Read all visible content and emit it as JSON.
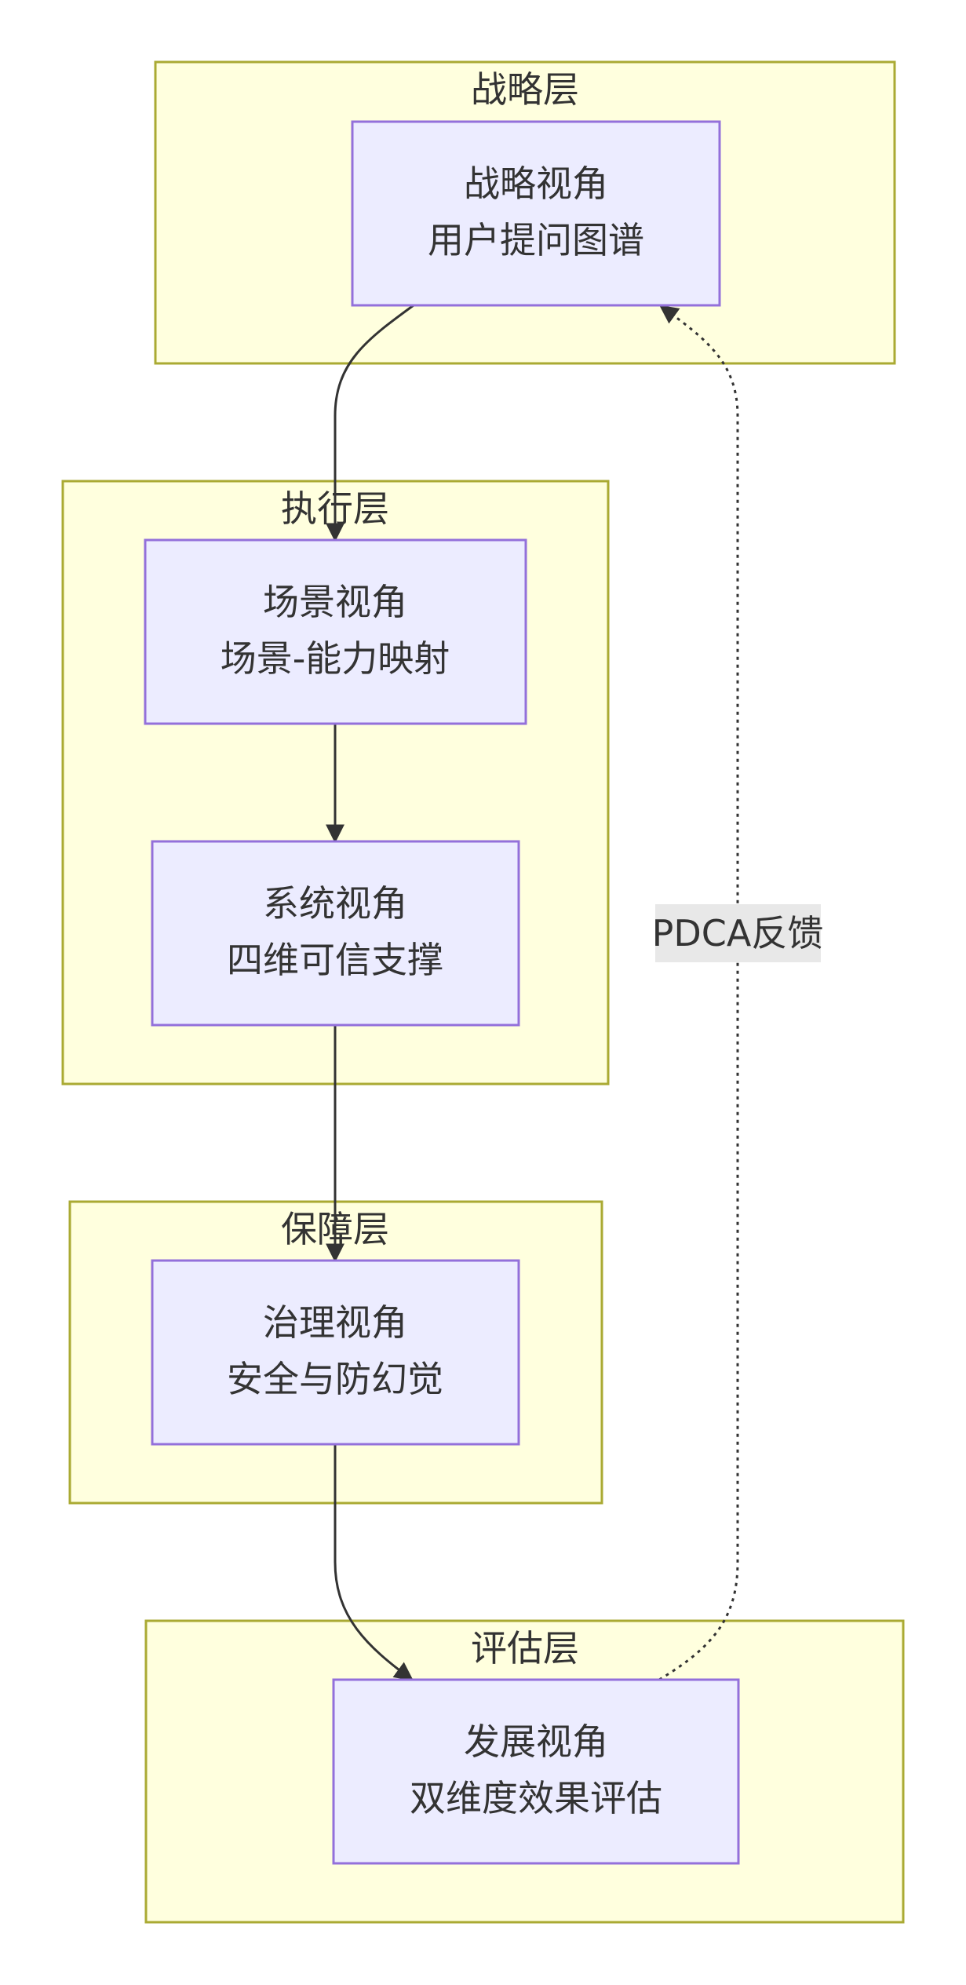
{
  "clusters": {
    "strategy": {
      "title": "战略层"
    },
    "execution": {
      "title": "执行层"
    },
    "assurance": {
      "title": "保障层"
    },
    "evaluation": {
      "title": "评估层"
    }
  },
  "nodes": {
    "strategic_view": {
      "line1": "战略视角",
      "line2": "用户提问图谱"
    },
    "scenario_view": {
      "line1": "场景视角",
      "line2": "场景-能力映射"
    },
    "system_view": {
      "line1": "系统视角",
      "line2": "四维可信支撑"
    },
    "governance_view": {
      "line1": "治理视角",
      "line2": "安全与防幻觉"
    },
    "development_view": {
      "line1": "发展视角",
      "line2": "双维度效果评估"
    }
  },
  "edges": {
    "feedback": {
      "label": "PDCA反馈"
    }
  },
  "colors": {
    "cluster_fill": "#ffffde",
    "cluster_stroke": "#aaaa33",
    "node_fill": "#ececff",
    "node_stroke": "#9370db",
    "edge": "#333333",
    "edge_label_bg": "#e8e8e8",
    "text": "#333333"
  }
}
